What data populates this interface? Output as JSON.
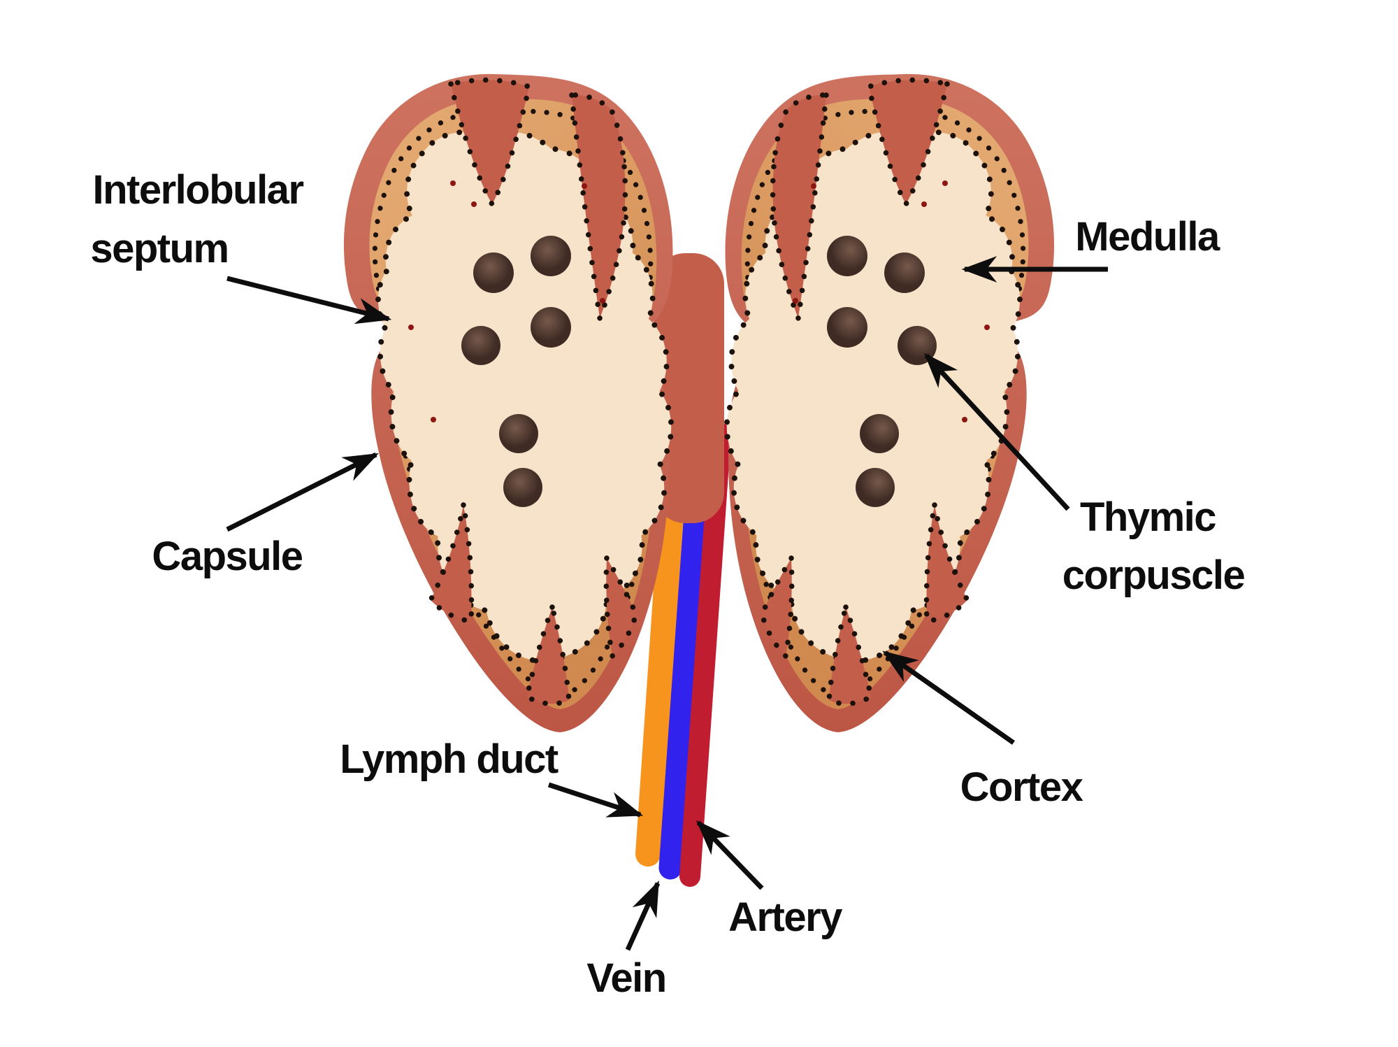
{
  "figure": {
    "type": "anatomical-diagram",
    "subject": "Thymus gland structure (two lobes, vessels and labeled parts)"
  },
  "labels": {
    "interlobular_septum": {
      "line1": "Interlobular",
      "line2": "septum"
    },
    "capsule": {
      "text": "Capsule"
    },
    "medulla": {
      "text": "Medulla"
    },
    "thymic_corpuscle": {
      "line1": "Thymic",
      "line2": "corpuscle"
    },
    "cortex": {
      "text": "Cortex"
    },
    "lymph_duct": {
      "text": "Lymph duct"
    },
    "vein": {
      "text": "Vein"
    },
    "artery": {
      "text": "Artery"
    }
  },
  "colors": {
    "label_text": "#0d0d0d",
    "arrow": "#0d0d0d",
    "capsule_light": "#ce7260",
    "capsule_dark": "#bd5745",
    "isthmus": "#c35e4b",
    "cortex_light": "#e5ac74",
    "cortex_dark": "#d0894e",
    "medulla": "#f6e3ca",
    "medulla_light": "#fcf1e2",
    "corpuscle_light": "#77594b",
    "corpuscle_dark": "#3f2b24",
    "dots": "#1c110b",
    "dots_red": "#8c1712",
    "lymph_duct": "#f7941e",
    "vein": "#3222ee",
    "artery": "#c01d30",
    "background": "#ffffff"
  }
}
